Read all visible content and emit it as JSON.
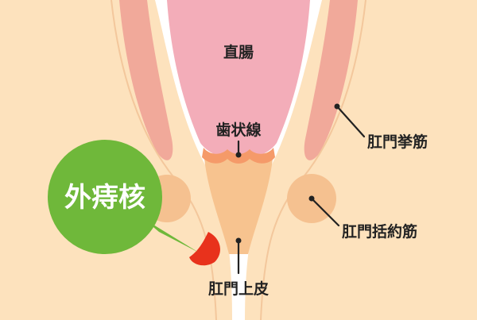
{
  "labels": {
    "rectum": "直腸",
    "dentate_line": "歯状線",
    "levator_ani": "肛門挙筋",
    "sphincter": "肛門括約筋",
    "anoderm": "肛門上皮"
  },
  "callout": {
    "text": "外痔核"
  },
  "colors": {
    "skin": "#fde2bd",
    "skin_outline": "#f3c79c",
    "rectum": "#f3adb9",
    "muscle": "#f1a99a",
    "canal": "#f7c38f",
    "dentate": "#f59a69",
    "sphincter": "#f5c190",
    "hemorrhoid": "#e8321c",
    "callout": "#6fb83a"
  }
}
